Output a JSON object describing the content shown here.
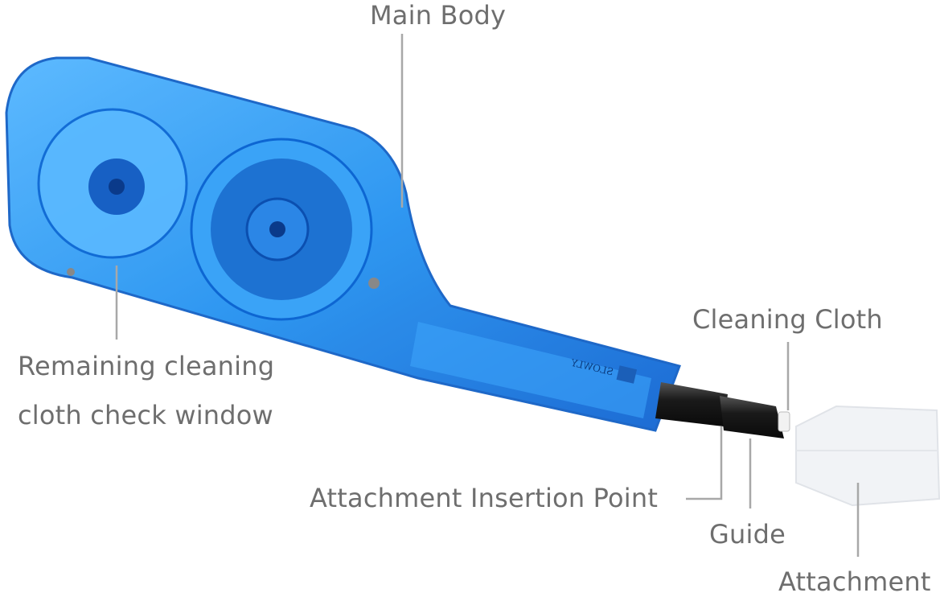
{
  "labels": {
    "main_body": "Main Body",
    "cleaning_cloth": "Cleaning Cloth",
    "remaining_window_line1": "Remaining cleaning",
    "remaining_window_line2": "cloth check window",
    "insertion_point": "Attachment Insertion Point",
    "guide": "Guide",
    "attachment": "Attachment"
  },
  "device_print": "SLOWLY",
  "colors": {
    "body_blue": "#1e8ff0",
    "label_gray": "#6e6e6e",
    "leader_line": "#a8a8a8",
    "connector_black": "#1a1a1a"
  }
}
